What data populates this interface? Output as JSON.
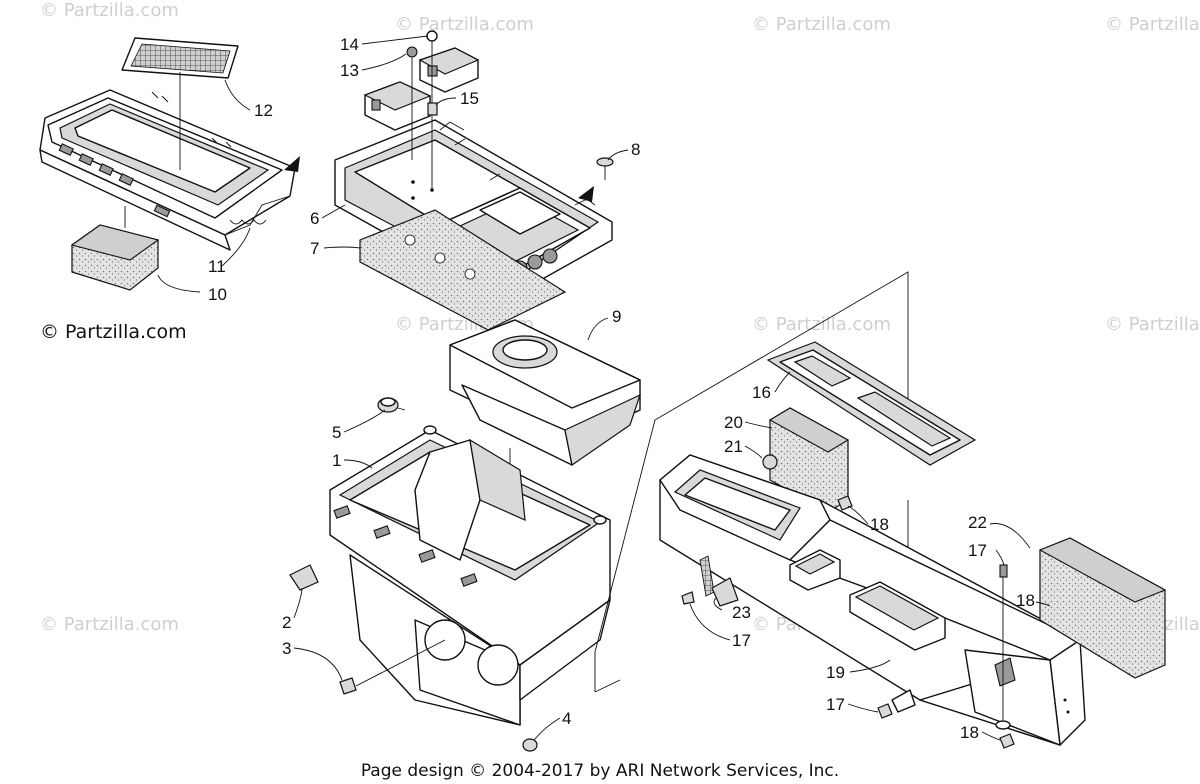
{
  "watermark": {
    "text": "© Partzilla.com",
    "main_text": "© Partzilla.com"
  },
  "footer": {
    "text": "Page design © 2004-2017 by ARI Network Services, Inc."
  },
  "callouts": [
    {
      "id": "1",
      "label": "1"
    },
    {
      "id": "2",
      "label": "2"
    },
    {
      "id": "3",
      "label": "3"
    },
    {
      "id": "4",
      "label": "4"
    },
    {
      "id": "5",
      "label": "5"
    },
    {
      "id": "6",
      "label": "6"
    },
    {
      "id": "7",
      "label": "7"
    },
    {
      "id": "8",
      "label": "8"
    },
    {
      "id": "9",
      "label": "9"
    },
    {
      "id": "10",
      "label": "10"
    },
    {
      "id": "11",
      "label": "11"
    },
    {
      "id": "12",
      "label": "12"
    },
    {
      "id": "13",
      "label": "13"
    },
    {
      "id": "14",
      "label": "14"
    },
    {
      "id": "15",
      "label": "15"
    },
    {
      "id": "16",
      "label": "16"
    },
    {
      "id": "17a",
      "label": "17"
    },
    {
      "id": "17b",
      "label": "17"
    },
    {
      "id": "17c",
      "label": "17"
    },
    {
      "id": "18a",
      "label": "18"
    },
    {
      "id": "18b",
      "label": "18"
    },
    {
      "id": "18c",
      "label": "18"
    },
    {
      "id": "19",
      "label": "19"
    },
    {
      "id": "20",
      "label": "20"
    },
    {
      "id": "21",
      "label": "21"
    },
    {
      "id": "22",
      "label": "22"
    },
    {
      "id": "23",
      "label": "23"
    }
  ]
}
